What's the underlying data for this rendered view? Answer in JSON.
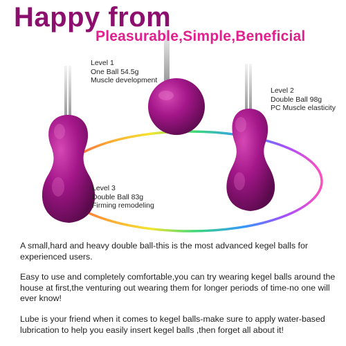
{
  "header": {
    "title": "Happy from",
    "subtitle": "Pleasurable,Simple,Beneficial"
  },
  "levels": [
    {
      "title": "Level 1",
      "detail": "One Ball 54.5g",
      "note": "Muscle development"
    },
    {
      "title": "Level 2",
      "detail": "Double Ball 98g",
      "note": "PC Muscle elasticity"
    },
    {
      "title": "Level 3",
      "detail": "Double Ball 83g",
      "note": "Firming remodeling"
    }
  ],
  "description": [
    "A small,hard and heavy double ball-this is the most advanced kegel balls for experienced users.",
    "Easy to use and completely comfortable,you can try wearing kegel balls around the house at first,the venturing out wearing them for longer periods of time-no one will ever know!",
    "Lube is your friend when it comes to kegel balls-make sure to apply water-based lubrication to help you easily insert kegel balls ,then forget all about it!"
  ],
  "colors": {
    "title": "#8c0f6e",
    "subtitle": "#e0208f",
    "product": "#9e1380",
    "text": "#222222"
  }
}
